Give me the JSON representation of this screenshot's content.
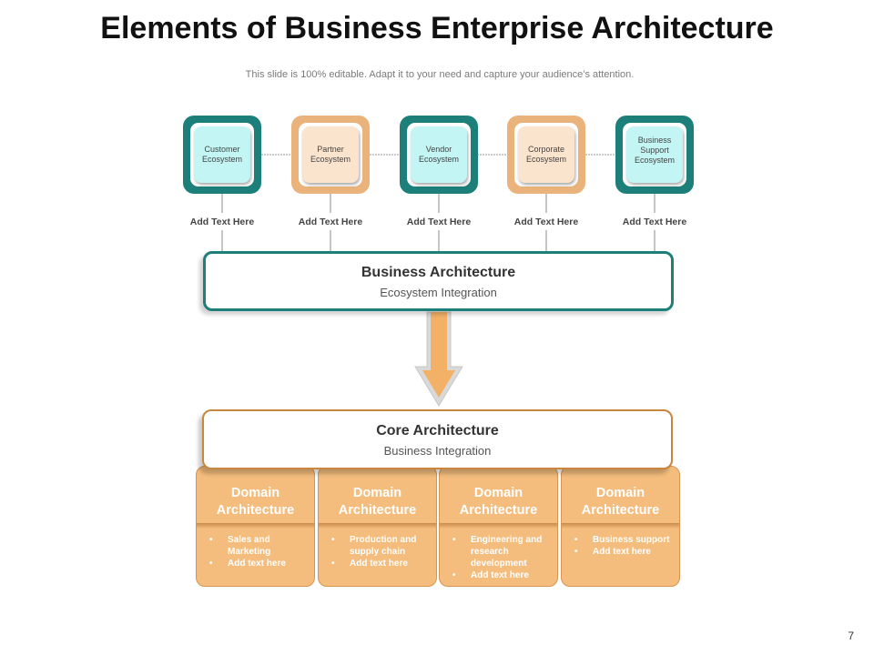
{
  "title": "Elements of Business Enterprise Architecture",
  "subtitle": "This slide is 100% editable. Adapt it to your need and capture your audience’s attention.",
  "ecosystems": [
    {
      "label": "Customer Ecosystem",
      "placeholder": "Add Text Here",
      "color": "#1d7f79"
    },
    {
      "label": "Partner Ecosystem",
      "placeholder": "Add Text Here",
      "color": "#e9b37b"
    },
    {
      "label": "Vendor Ecosystem",
      "placeholder": "Add Text Here",
      "color": "#1d7f79"
    },
    {
      "label": "Corporate Ecosystem",
      "placeholder": "Add Text Here",
      "color": "#e9b37b"
    },
    {
      "label": "Business Support Ecosystem",
      "placeholder": "Add Text Here",
      "color": "#1d7f79"
    }
  ],
  "business_architecture": {
    "title": "Business Architecture",
    "subtitle": "Ecosystem Integration"
  },
  "core_architecture": {
    "title": "Core Architecture",
    "subtitle": "Business Integration"
  },
  "domains": [
    {
      "title": "Domain Architecture",
      "bullets": [
        "Sales and Marketing",
        "Add text here"
      ]
    },
    {
      "title": "Domain Architecture",
      "bullets": [
        "Production and supply chain",
        "Add text here"
      ]
    },
    {
      "title": "Domain Architecture",
      "bullets": [
        "Engineering and research development",
        "Add text here"
      ]
    },
    {
      "title": "Domain Architecture",
      "bullets": [
        "Business support",
        "Add text here"
      ]
    }
  ],
  "page_number": "7"
}
